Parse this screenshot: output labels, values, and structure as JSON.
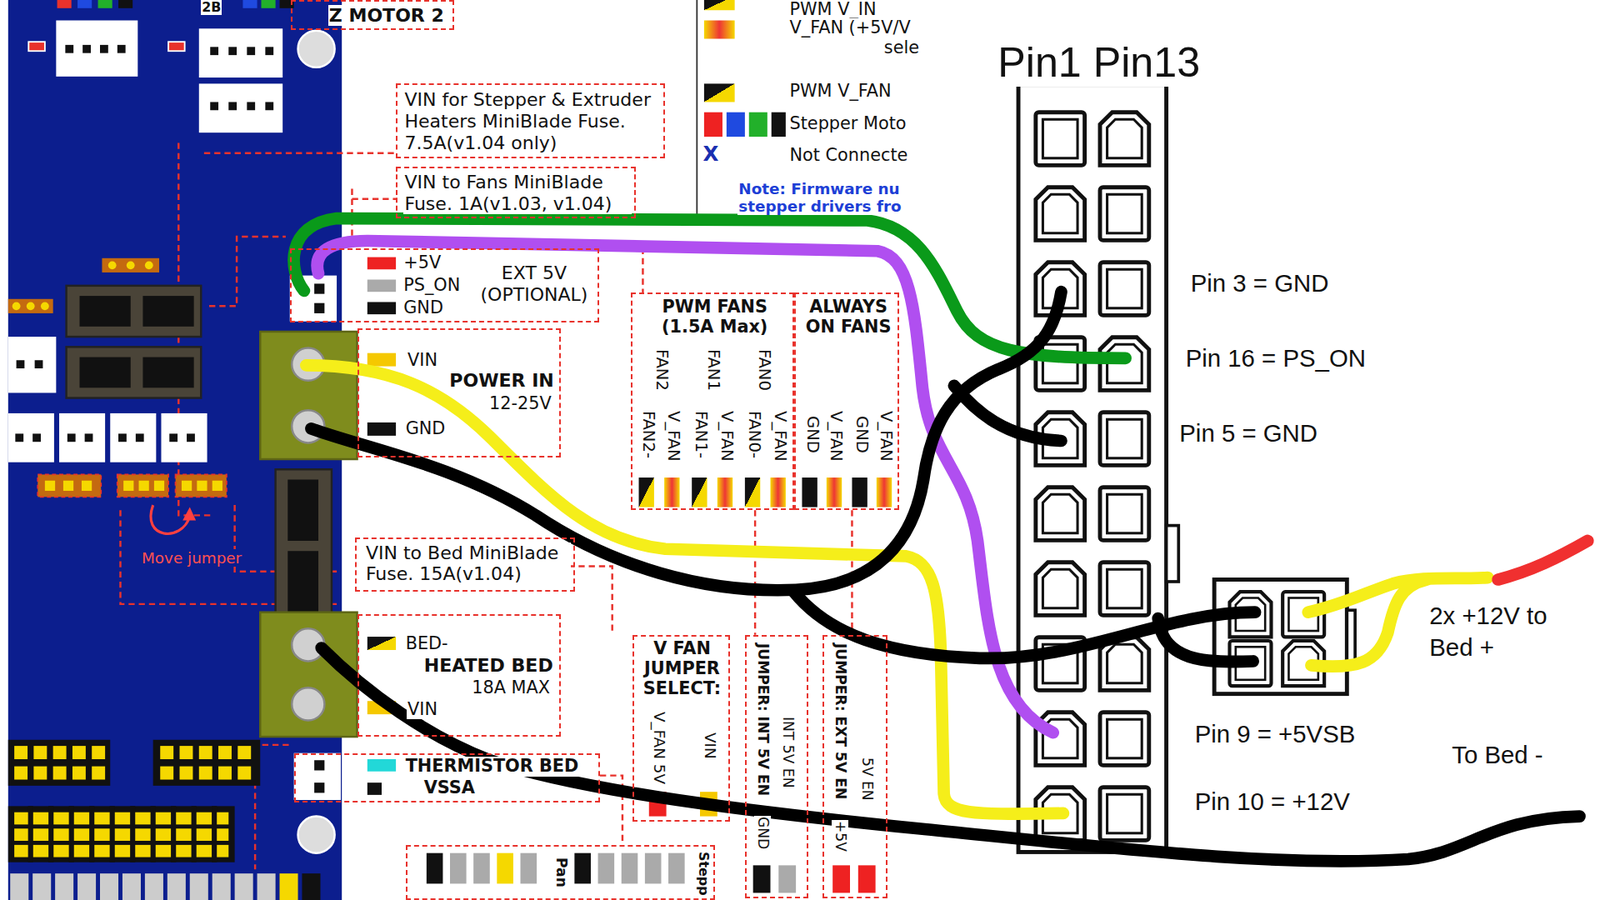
{
  "diagram": {
    "nodes": [
      {
        "text": [
          "Z MOTOR 2"
        ]
      },
      {
        "text": [
          "VIN for Stepper & Extruder Heaters MiniBlade Fuse.",
          "7.5A(v1.04 only)"
        ]
      },
      {
        "text": [
          "VIN to Fans MiniBlade Fuse. 1A(v1.03, v1.04)"
        ]
      },
      {
        "text": [
          "+5V",
          "PS_ON",
          "GND",
          "EXT 5V (OPTIONAL)"
        ]
      },
      {
        "text": [
          "PWM FANS (1.5A Max)",
          "FAN2",
          "FAN1",
          "FAN0",
          "FAN2-",
          "V_FAN",
          "FAN1-",
          "V_FAN",
          "FAN0-",
          "V_FAN"
        ]
      },
      {
        "text": [
          "ALWAYS ON FANS",
          "GND",
          "V_FAN",
          "GND",
          "V_FAN"
        ]
      },
      {
        "text": [
          "VIN",
          "POWER IN",
          "12-25V",
          "GND"
        ]
      },
      {
        "text": [
          "VIN to Bed MiniBlade Fuse. 15A(v1.04)"
        ]
      },
      {
        "text": [
          "BED-",
          "HEATED BED",
          "18A MAX",
          "VIN"
        ]
      },
      {
        "text": [
          "V FAN JUMPER SELECT:",
          "V_FAN 5V",
          "VIN"
        ]
      },
      {
        "text": [
          "JUMPER: INT 5V EN",
          "INT 5V EN",
          "GND"
        ]
      },
      {
        "text": [
          "JUMPER: EXT 5V EN",
          "5V EN",
          "+5V"
        ]
      },
      {
        "text": [
          "THERMISTOR BED",
          "VSSA"
        ]
      },
      {
        "text": [
          "Pan",
          "Stepp"
        ]
      }
    ],
    "labels": [
      "2B",
      "Move jumper",
      "X",
      "Note: Firmware nu stepper drivers fro",
      "Pin1 Pin13",
      "Pin 3 = GND",
      "Pin 16 = PS_ON",
      "Pin 5 = GND",
      "Pin 9 = +5VSB",
      "Pin 10 = +12V",
      "2x +12V to Bed +",
      "To Bed -"
    ],
    "legend": [
      {
        "text": "PWM V_IN"
      },
      {
        "text": "V_FAN (+5V/V sele"
      },
      {
        "text": "PWM V_FAN"
      },
      {
        "text": "Stepper Moto"
      },
      {
        "text": "Not Connecte"
      }
    ]
  }
}
